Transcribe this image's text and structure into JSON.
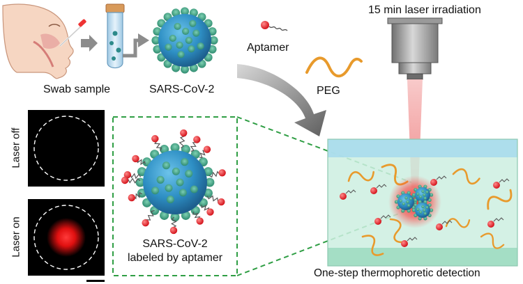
{
  "labels": {
    "swab_sample": "Swab sample",
    "sars_cov_2": "SARS-CoV-2",
    "aptamer": "Aptamer",
    "peg": "PEG",
    "laser_irradiation": "15 min laser irradiation",
    "laser_off": "Laser off",
    "laser_on": "Laser on",
    "labeled_line1": "SARS-CoV-2",
    "labeled_line2": "labeled by aptamer",
    "detection": "One-step thermophoretic detection"
  },
  "colors": {
    "virus_body": "#2e8fc4",
    "virus_spike": "#3fa58a",
    "aptamer_ball": "#e8242b",
    "peg_strand": "#e89a2c",
    "chamber": "#c9ecd9",
    "chamber_top": "#8fd1e6",
    "laser_beam": "#f2a0a0",
    "dashed_box": "#2f9e44",
    "arrow_gray": "#7a7a7a"
  }
}
